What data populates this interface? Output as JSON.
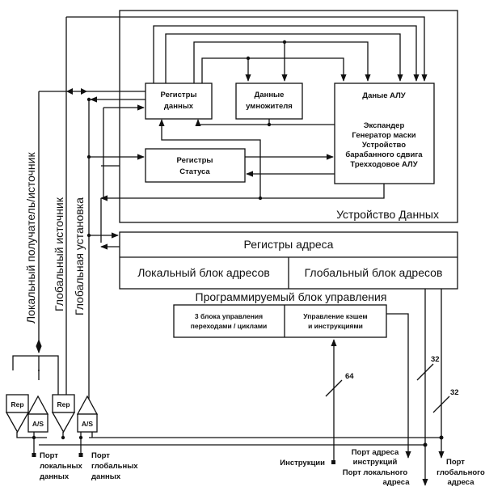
{
  "diagram": {
    "data_unit": {
      "title": "Устройство Данных",
      "data_registers": [
        "Регистры",
        "данных"
      ],
      "multiplier_data": [
        "Данные",
        "умножителя"
      ],
      "alu": {
        "title": "Даные АЛУ",
        "lines": [
          "Экспандер",
          "Генератор маски",
          "Устройство",
          "барабанного сдвига",
          "Трехходовое АЛУ"
        ]
      },
      "status_registers": [
        "Регистры",
        "Статуса"
      ]
    },
    "address_registers": {
      "title": "Регистры адреса",
      "local_block": "Локальный блок адресов",
      "global_block": "Глобальный блок адресов"
    },
    "control_unit": {
      "title": "Программируемый блок управления",
      "branch_blocks": [
        "3 блока управления",
        "переходами / циклами"
      ],
      "cache_control": [
        "Управление кэшем",
        "и инструкциями"
      ]
    },
    "buses": {
      "local_receiver_source": "Локальный получатель/источник",
      "global_source": "Глобальный источник",
      "global_setup": "Глобальная установка"
    },
    "io": {
      "rep1": "Rep",
      "rep2": "Rep",
      "as1": "A/S",
      "as2": "A/S",
      "local_data_port": [
        "Порт",
        "локальных",
        "данных"
      ],
      "global_data_port": [
        "Порт",
        "глобальных",
        "данных"
      ],
      "instructions": "Инструкции",
      "instr_addr_port": [
        "Порт адреса",
        "инструкций"
      ],
      "local_addr_port": [
        "Порт локального",
        "адреса"
      ],
      "global_addr_port": [
        "Порт",
        "глобального",
        "адреса"
      ]
    },
    "bus_widths": {
      "instructions": "64",
      "local_address": "32",
      "global_address": "32"
    }
  }
}
